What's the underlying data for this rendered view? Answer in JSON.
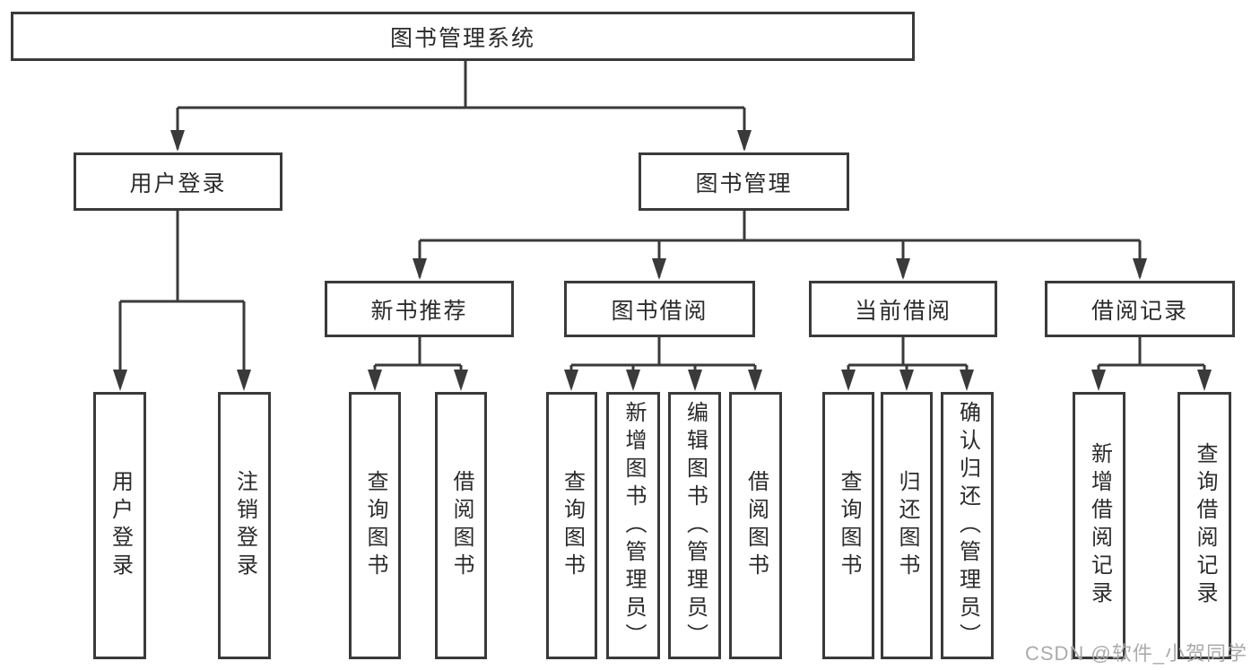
{
  "diagram_title": "图书管理系统",
  "watermark": {
    "text": "CSDN @软件_小贺同学"
  },
  "colors": {
    "line": "#3a3a3a",
    "text": "#2b2b2b",
    "watermark": "#ababab",
    "background": "#ffffff"
  },
  "tree": {
    "root": {
      "label": "图书管理系统"
    },
    "children": [
      {
        "label": "用户登录",
        "children": [
          {
            "label": "用户登录"
          },
          {
            "label": "注销登录"
          }
        ]
      },
      {
        "label": "图书管理",
        "children": [
          {
            "label": "新书推荐",
            "children": [
              {
                "label": "查询图书"
              },
              {
                "label": "借阅图书"
              }
            ]
          },
          {
            "label": "图书借阅",
            "children": [
              {
                "label": "查询图书"
              },
              {
                "label": "新增图书（管理员）"
              },
              {
                "label": "编辑图书（管理员）"
              },
              {
                "label": "借阅图书"
              }
            ]
          },
          {
            "label": "当前借阅",
            "children": [
              {
                "label": "查询图书"
              },
              {
                "label": "归还图书"
              },
              {
                "label": "确认归还（管理员）"
              }
            ]
          },
          {
            "label": "借阅记录",
            "children": [
              {
                "label": "新增借阅记录"
              },
              {
                "label": "查询借阅记录"
              }
            ]
          }
        ]
      }
    ]
  }
}
